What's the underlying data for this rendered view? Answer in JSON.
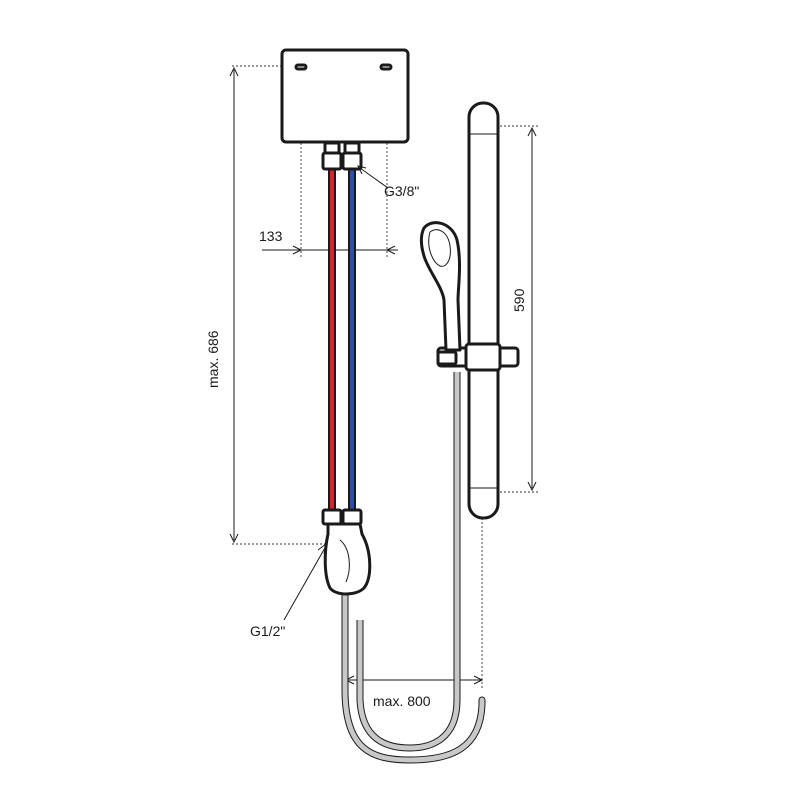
{
  "diagram": {
    "labels": {
      "connection_thread": "G3/8\"",
      "mixer_thread": "G1/2\"",
      "inlet_spacing": "133",
      "max_height": "max. 686",
      "rail_length": "590",
      "hose_length": "max. 800"
    },
    "colors": {
      "hot_pipe": "#d7232b",
      "cold_pipe": "#2f4fa6",
      "outline": "#1a1a1a",
      "hose": "#c8c8c8",
      "background": "#ffffff"
    }
  }
}
